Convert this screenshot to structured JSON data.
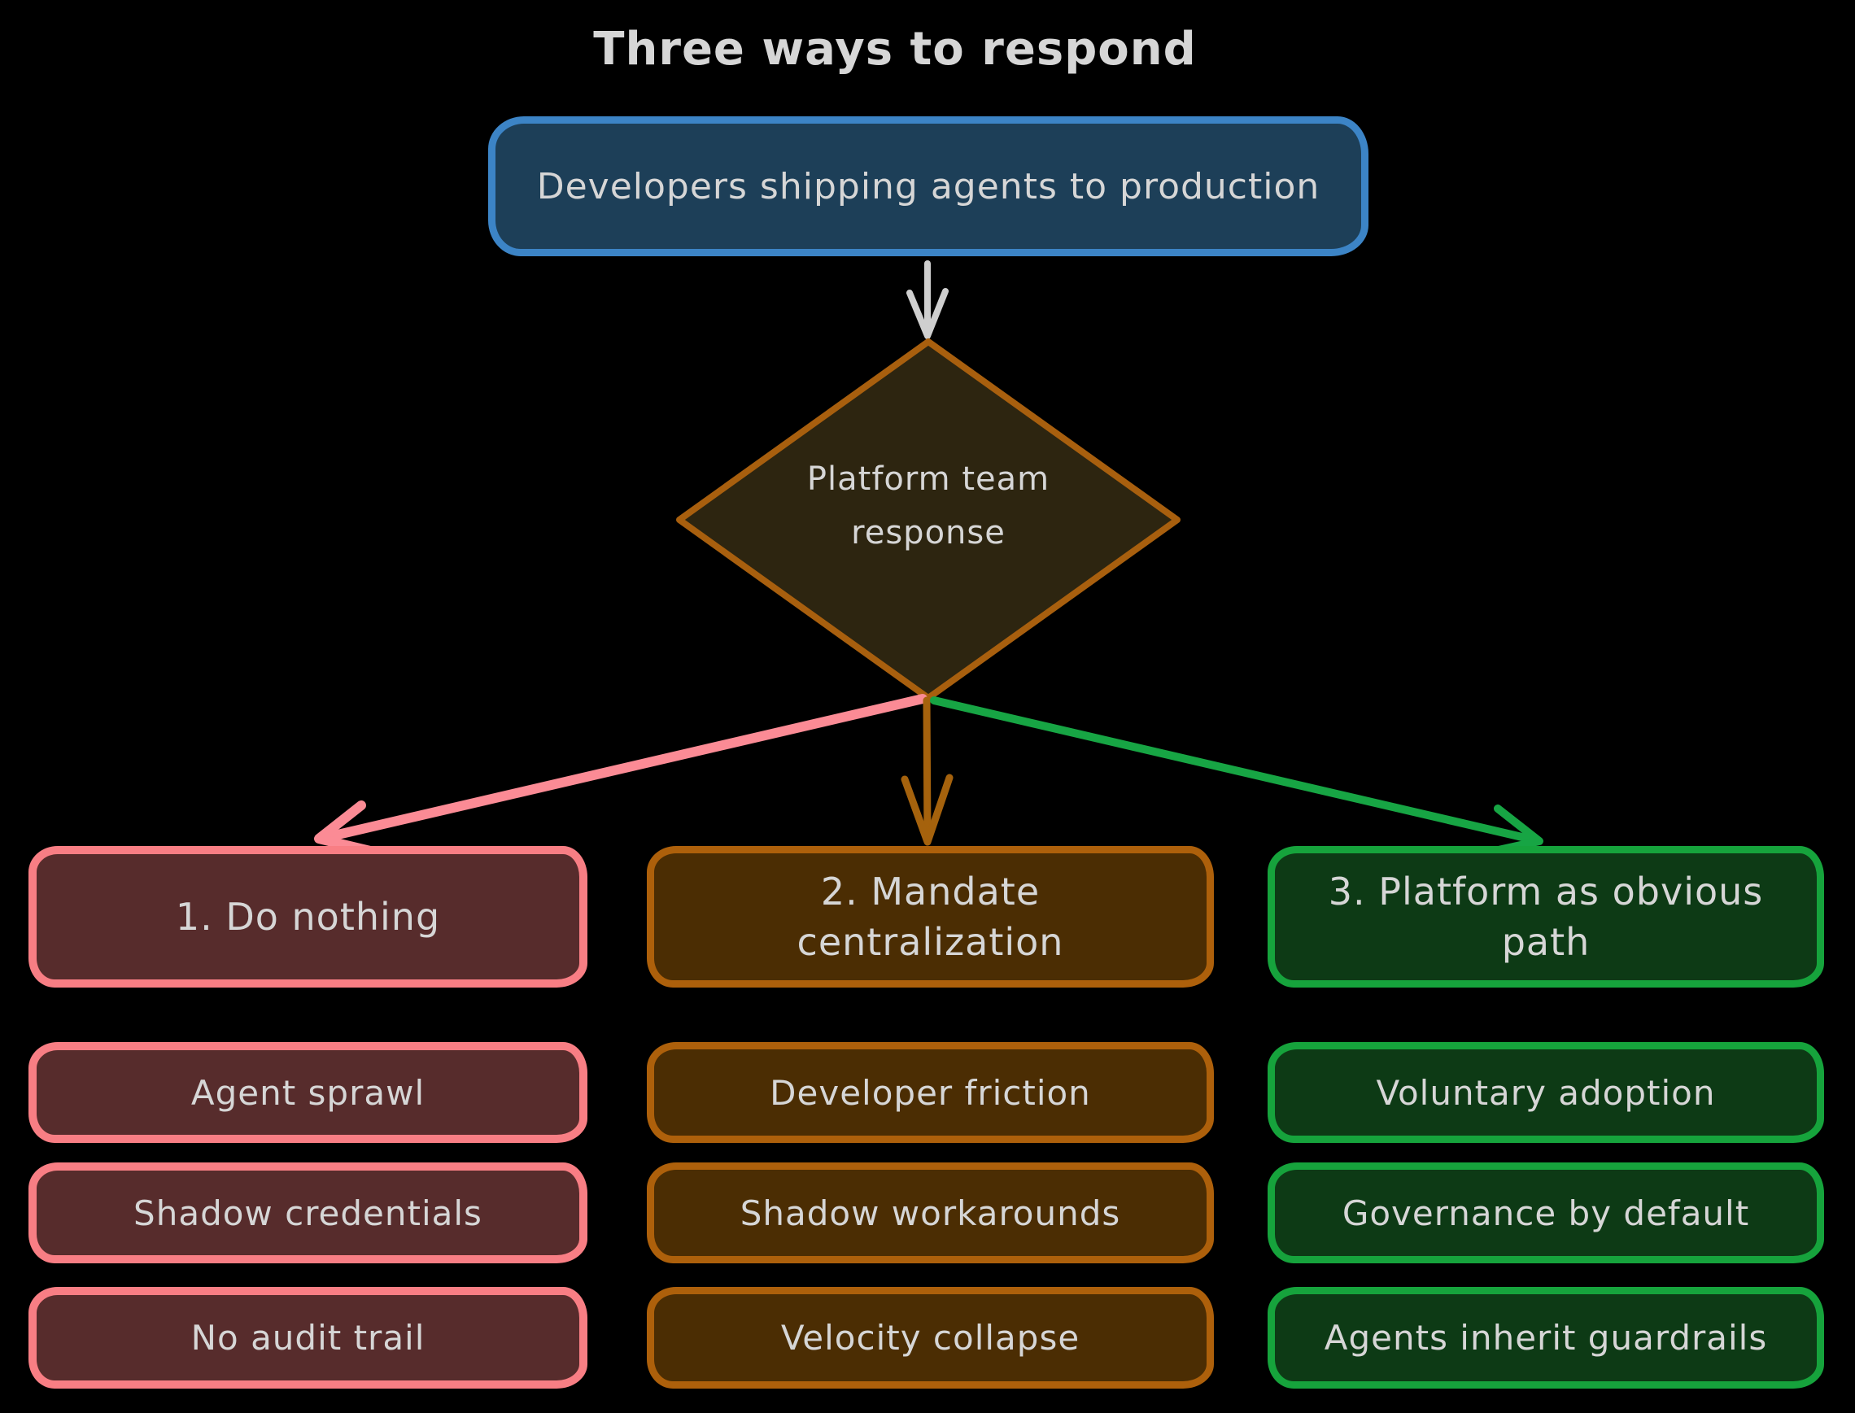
{
  "title": "Three ways to respond",
  "flow": {
    "source_label": "Developers shipping agents to production",
    "decision": {
      "line1": "Platform",
      "line2": "team",
      "line3": "response"
    }
  },
  "branches": [
    {
      "id": "do-nothing",
      "header_line1": "1. Do nothing",
      "header_line2": "",
      "items": [
        "Agent sprawl",
        "Shadow credentials",
        "No audit trail"
      ]
    },
    {
      "id": "mandate-centralization",
      "header_line1": "2. Mandate",
      "header_line2": "centralization",
      "items": [
        "Developer friction",
        "Shadow workarounds",
        "Velocity collapse"
      ]
    },
    {
      "id": "platform-obvious-path",
      "header_line1": "3. Platform as obvious",
      "header_line2": "path",
      "items": [
        "Voluntary adoption",
        "Governance by default",
        "Agents inherit guardrails"
      ]
    }
  ],
  "colors": {
    "bg": "#000000",
    "text": "#d6d6d6",
    "blue-fill": "#1d3f58",
    "blue-stroke": "#3c84c6",
    "diamond-fill": "#2d2510",
    "diamond-stroke": "#a85f0e",
    "gray-arrow": "#cfcfcf",
    "pink-fill": "#572c2c",
    "pink-stroke": "#f87e84",
    "pink-arrow": "#fb8b95",
    "orange-fill": "#4b2d03",
    "orange-stroke": "#ad600b",
    "orange-arrow": "#a5620d",
    "green-fill": "#0d3a15",
    "green-stroke": "#16a33c",
    "green-arrow": "#17a544"
  }
}
